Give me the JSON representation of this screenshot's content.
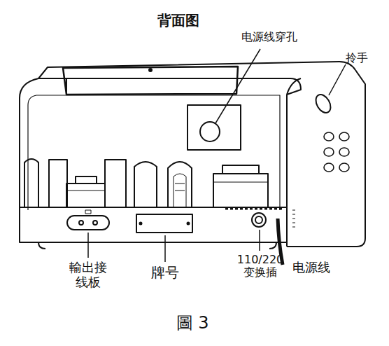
{
  "diagram": {
    "title": "背面图",
    "caption": "圖 3",
    "labels": [
      "电源线穿孔",
      "拎手",
      "輸出接 线板",
      "牌号",
      "110/220 变换插",
      "电源线"
    ]
  }
}
